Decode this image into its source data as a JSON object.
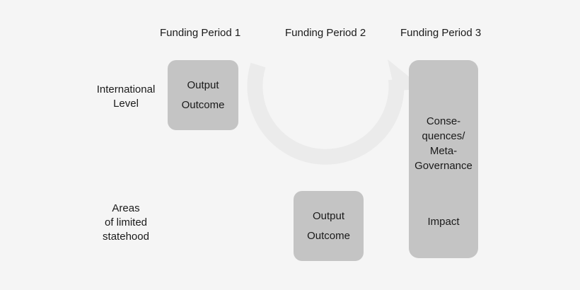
{
  "headers": [
    "Funding Period 1",
    "Funding Period 2",
    "Funding Period 3"
  ],
  "rows": {
    "international": [
      "International",
      "Level"
    ],
    "limited": [
      "Areas",
      "of limited",
      "statehood"
    ]
  },
  "boxes": {
    "fp1_international": [
      "Output",
      "Outcome"
    ],
    "fp2_limited": [
      "Output",
      "Outcome"
    ],
    "fp3": {
      "consequences": [
        "Conse-",
        "quences/",
        "Meta-",
        "Governance"
      ],
      "impact": "Impact"
    }
  },
  "colors": {
    "background": "#f5f5f5",
    "box": "#c4c4c4",
    "arrow": "#ebebeb"
  }
}
